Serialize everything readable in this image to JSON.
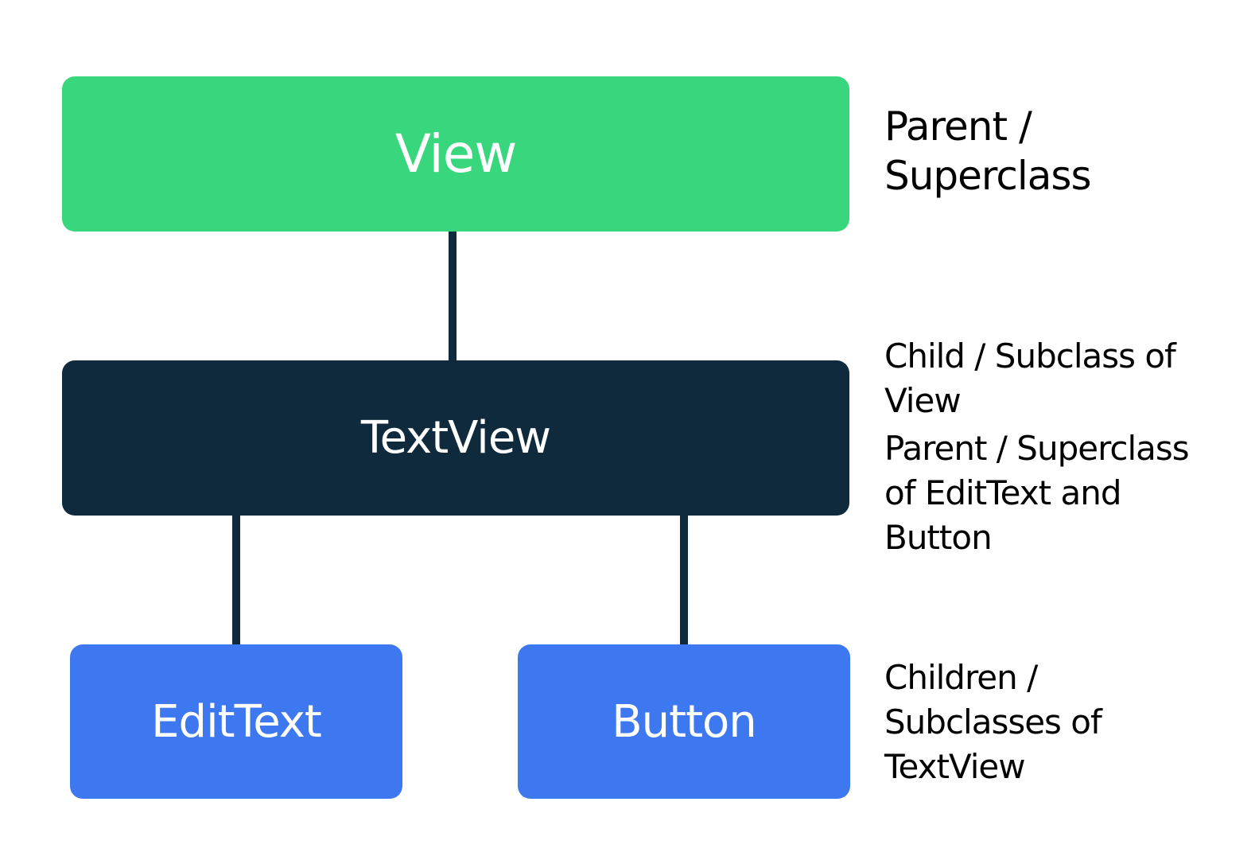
{
  "colors": {
    "view_box": "#39D77D",
    "textview_box": "#0F2A3C",
    "child_boxes": "#3E78F0",
    "connector": "#0F2A3C",
    "label_text": "#000000"
  },
  "nodes": {
    "view": {
      "label": "View"
    },
    "textview": {
      "label": "TextView"
    },
    "edittext": {
      "label": "EditText"
    },
    "button": {
      "label": "Button"
    }
  },
  "edges": [
    {
      "from": "View",
      "to": "TextView"
    },
    {
      "from": "TextView",
      "to": "EditText"
    },
    {
      "from": "TextView",
      "to": "Button"
    }
  ],
  "annotations": {
    "view": {
      "lines": [
        "Parent /",
        "Superclass"
      ]
    },
    "textview": {
      "child_lines": [
        "Child / Subclass of",
        "View"
      ],
      "parent_lines": [
        "Parent / Superclass",
        "of EditText and",
        "Button"
      ]
    },
    "children": {
      "lines": [
        "Children /",
        "Subclasses of",
        "TextView"
      ]
    }
  }
}
